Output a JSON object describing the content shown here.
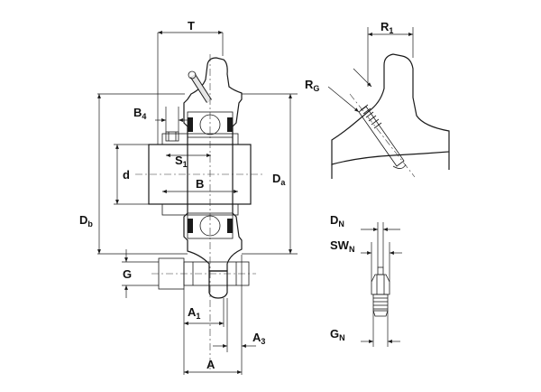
{
  "colors": {
    "housing": "#aab9dd",
    "housing_dark": "#8fa3cf",
    "steel": "#d4d4d4",
    "steel_light": "#f2f2f2",
    "line": "#1a1a1a",
    "background": "#ffffff"
  },
  "labels": {
    "T": "T",
    "R1_main": "R",
    "R1_sub": "1",
    "RG_main": "R",
    "RG_sub": "G",
    "B4_main": "B",
    "B4_sub": "4",
    "S1_main": "S",
    "S1_sub": "1",
    "d": "d",
    "B": "B",
    "Da_main": "D",
    "Da_sub": "a",
    "Db_main": "D",
    "Db_sub": "b",
    "G": "G",
    "A1_main": "A",
    "A1_sub": "1",
    "A3_main": "A",
    "A3_sub": "3",
    "A": "A",
    "DN_main": "D",
    "DN_sub": "N",
    "SWN_main": "SW",
    "SWN_sub": "N",
    "GN_main": "G",
    "GN_sub": "N"
  }
}
